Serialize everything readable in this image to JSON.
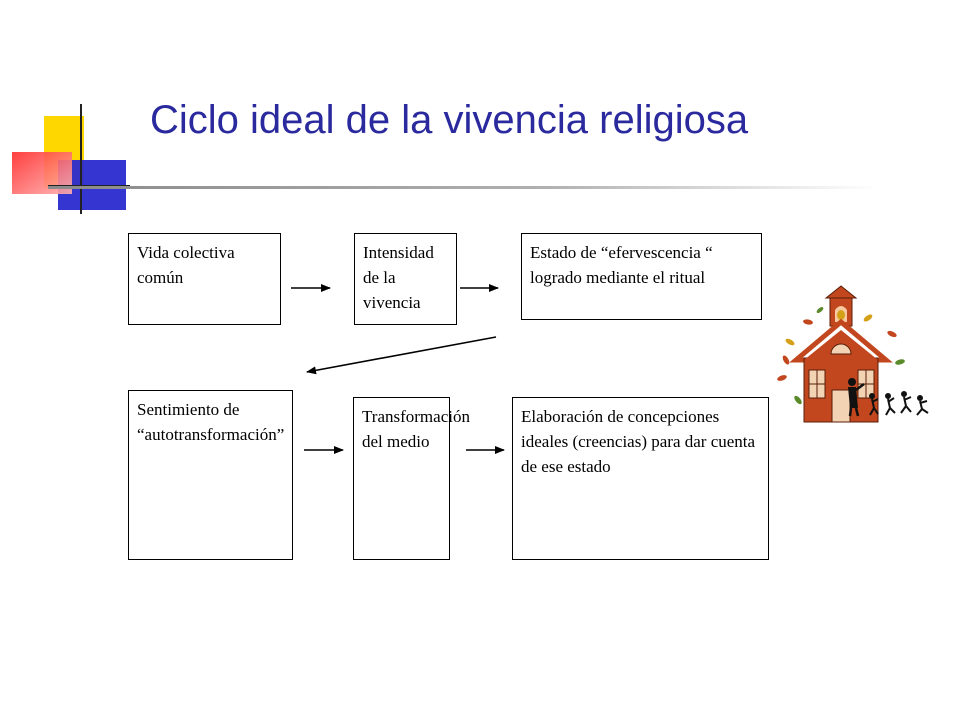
{
  "slide": {
    "title": "Ciclo ideal de la vivencia religiosa"
  },
  "diagram": {
    "boxes": [
      {
        "id": "vida",
        "text": "Vida colectiva común"
      },
      {
        "id": "intensidad",
        "text": "Intensidad de la vivencia"
      },
      {
        "id": "estado",
        "text": "Estado de “efervescencia “ logrado mediante el ritual"
      },
      {
        "id": "sentimiento",
        "text": "Sentimiento de “autotransformación”"
      },
      {
        "id": "transformacion",
        "text": "Transformación del medio"
      },
      {
        "id": "elaboracion",
        "text": "Elaboración de concepciones ideales (creencias) para dar cuenta de ese estado"
      }
    ]
  },
  "colors": {
    "title": "#2a2a9e",
    "accent_yellow": "#ffd700",
    "accent_red": "#ff3b30",
    "accent_blue": "#2a2ad0",
    "house_brick": "#c2471f"
  },
  "images": {
    "clipart": "schoolhouse-with-children-icon"
  }
}
